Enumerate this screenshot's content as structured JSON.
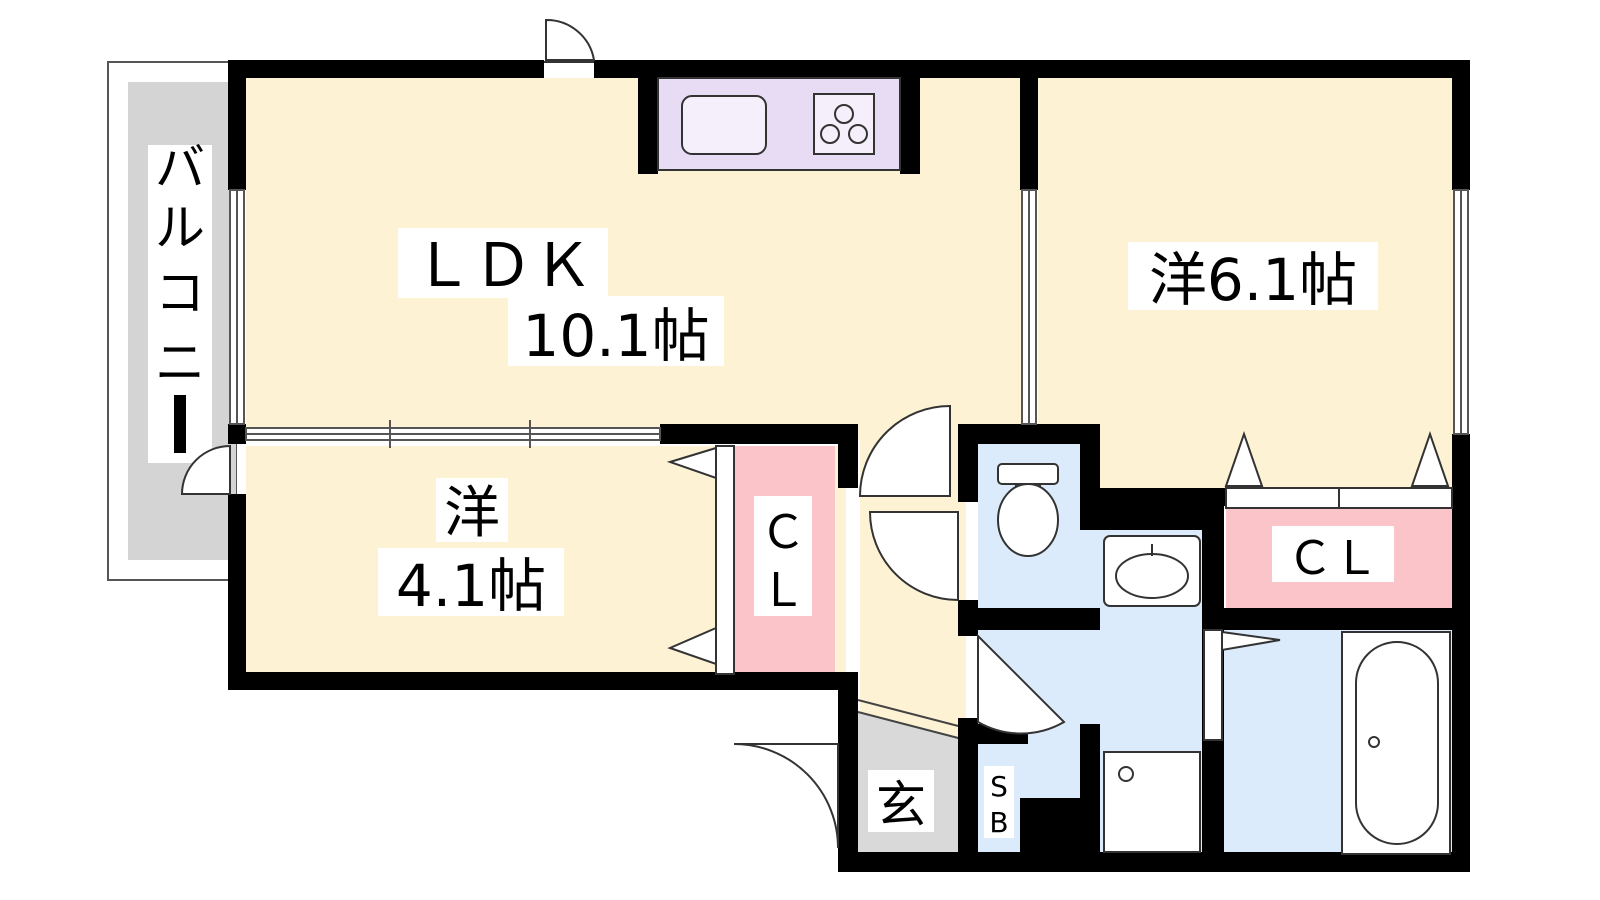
{
  "rooms": {
    "balcony": {
      "label": "バルコニー",
      "chars": [
        "バ",
        "ル",
        "コ",
        "ニ",
        "ー"
      ]
    },
    "ldk": {
      "label_line1": "ＬＤＫ",
      "label_line2": "10.1帖"
    },
    "western_room_1": {
      "label": "洋6.1帖"
    },
    "western_room_2": {
      "label_line1": "洋",
      "label_line2": "4.1帖"
    },
    "closet_1": {
      "label_line1": "Ｃ",
      "label_line2": "Ｌ"
    },
    "closet_2": {
      "label": "ＣＬ"
    },
    "entrance": {
      "label": "玄"
    },
    "shoe_box": {
      "label_line1": "S",
      "label_line2": "B"
    }
  },
  "colors": {
    "room_floor": "#fdf3d4",
    "wet_area": "#dcebfc",
    "closet": "#fbc4c8",
    "entrance_floor": "#d9d9d9",
    "balcony": "#d4d4d4",
    "kitchen_counter": "#e8dcf4",
    "wall": "#000000"
  }
}
